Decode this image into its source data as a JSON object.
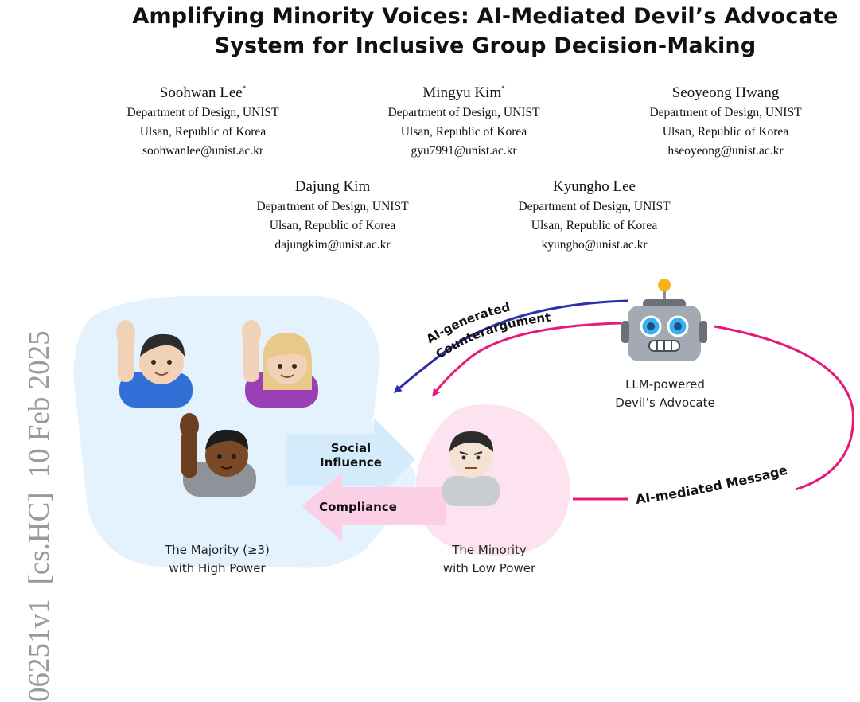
{
  "title": {
    "line1": "Amplifying Minority Voices: AI-Mediated Devil’s Advocate",
    "line2": "System for Inclusive Group Decision-Making"
  },
  "authors": [
    {
      "name": "Soohwan Lee",
      "mark": "*",
      "dept": "Department of Design, UNIST",
      "loc": "Ulsan, Republic of Korea",
      "email": "soohwanlee@unist.ac.kr"
    },
    {
      "name": "Mingyu Kim",
      "mark": "*",
      "dept": "Department of Design, UNIST",
      "loc": "Ulsan, Republic of Korea",
      "email": "gyu7991@unist.ac.kr"
    },
    {
      "name": "Seoyeong Hwang",
      "mark": "",
      "dept": "Department of Design, UNIST",
      "loc": "Ulsan, Republic of Korea",
      "email": "hseoyeong@unist.ac.kr"
    },
    {
      "name": "Dajung Kim",
      "mark": "",
      "dept": "Department of Design, UNIST",
      "loc": "Ulsan, Republic of Korea",
      "email": "dajungkim@unist.ac.kr"
    },
    {
      "name": "Kyungho Lee",
      "mark": "",
      "dept": "Department of Design, UNIST",
      "loc": "Ulsan, Republic of Korea",
      "email": "kyungho@unist.ac.kr"
    }
  ],
  "arxiv": {
    "id": "06251v1",
    "category": "[cs.HC]",
    "date": "10 Feb 2025"
  },
  "figure": {
    "ai_generated_line1": "AI-generated",
    "ai_generated_line2": "Counterargument",
    "robot_label_line1": "LLM-powered",
    "robot_label_line2": "Devil’s Advocate",
    "social_influence_line1": "Social",
    "social_influence_line2": "Influence",
    "compliance": "Compliance",
    "ai_mediated_message": "AI-mediated Message",
    "majority_line1": "The Majority (≥3)",
    "majority_line2": "with High Power",
    "minority_line1": "The Minority",
    "minority_line2": "with Low Power",
    "colors": {
      "majority_bg": "#e3f2fd",
      "minority_bg": "#fde3ef",
      "counterargument_arrow": "#2b2fa8",
      "message_arrow": "#e6197a"
    }
  }
}
